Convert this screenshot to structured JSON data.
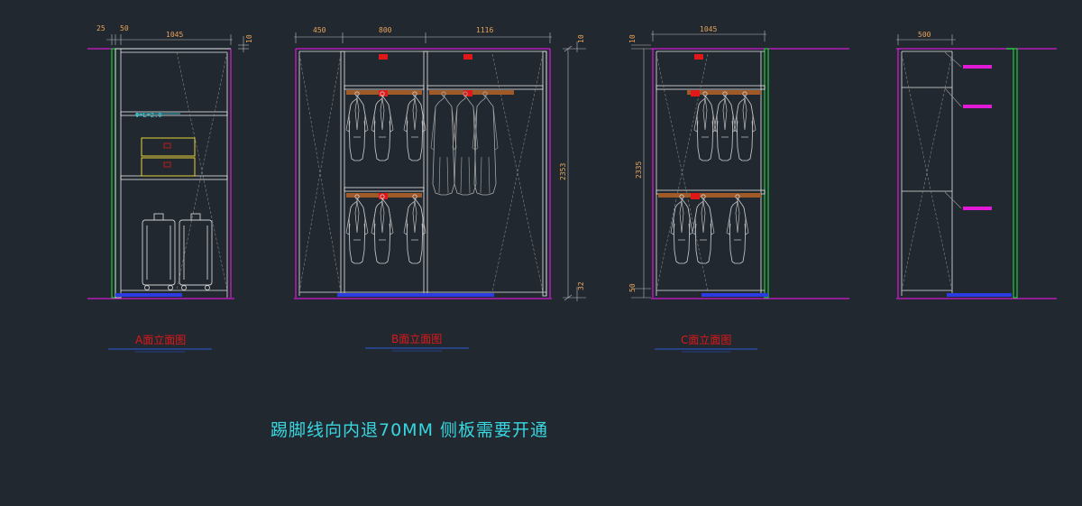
{
  "colors": {
    "background": "#212830",
    "panel": "#e6e6e6",
    "wall": "#d21ad2",
    "green": "#22c83a",
    "blue": "#2b3de0",
    "red": "#e01818",
    "dim": "#e8a45a",
    "cyan": "#38d7e0",
    "yellow": "#e6d43a",
    "rail": "#a05a28"
  },
  "elevations": {
    "a": {
      "title": "A面立面图",
      "dims": {
        "d1": "25",
        "d2": "50",
        "width": "1045",
        "top": "10"
      },
      "shelf_label": "Φ=L=2.0"
    },
    "b": {
      "title": "B面立面图",
      "dims": {
        "d1": "450",
        "d2": "800",
        "d3": "1116",
        "top": "10",
        "height": "2353",
        "bottom": "32"
      }
    },
    "c": {
      "title": "C面立面图",
      "dims": {
        "top": "10",
        "width": "1045",
        "height": "2335",
        "bottom": "50"
      }
    },
    "d": {
      "dims": {
        "width": "500"
      }
    }
  },
  "note": "踢脚线向内退70MM   侧板需要开通"
}
